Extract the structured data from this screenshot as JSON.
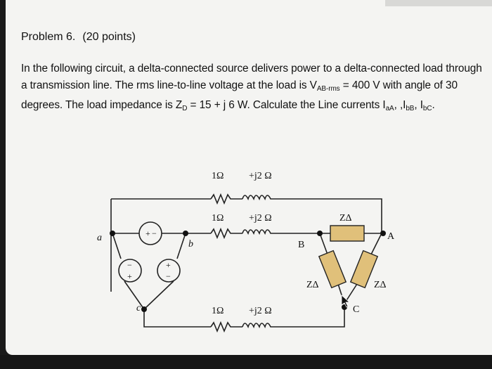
{
  "problem": {
    "label": "Problem 6.",
    "points": "(20 points)"
  },
  "text": {
    "s1": "In the following circuit, a delta-connected source delivers power to a delta-connected load through a transmission line. The rms line-to-line voltage at the load is V",
    "s1_sub": "AB-rms",
    "s2": " = 400 V with angle of 30 degrees. The load impedance is Z",
    "s2_sub": "D",
    "s3": " = 15 + j 6 W. Calculate the Line currents I",
    "s3_sub1": "aA",
    "s4": ", ,I",
    "s4_sub": "bB",
    "s5": ", I",
    "s5_sub": "bC",
    "s6": "."
  },
  "circuit": {
    "r_top": "1Ω",
    "l_top": "+j2 Ω",
    "r_mid": "1Ω",
    "l_mid": "+j2 Ω",
    "r_bot": "1Ω",
    "l_bot": "+j2 Ω",
    "z_top": "ZΔ",
    "z_left": "ZΔ",
    "z_right": "ZΔ",
    "node_a": "a",
    "node_b": "b",
    "node_c": "c",
    "node_A": "A",
    "node_B": "B",
    "node_C": "C",
    "plus": "+",
    "minus": "−"
  }
}
